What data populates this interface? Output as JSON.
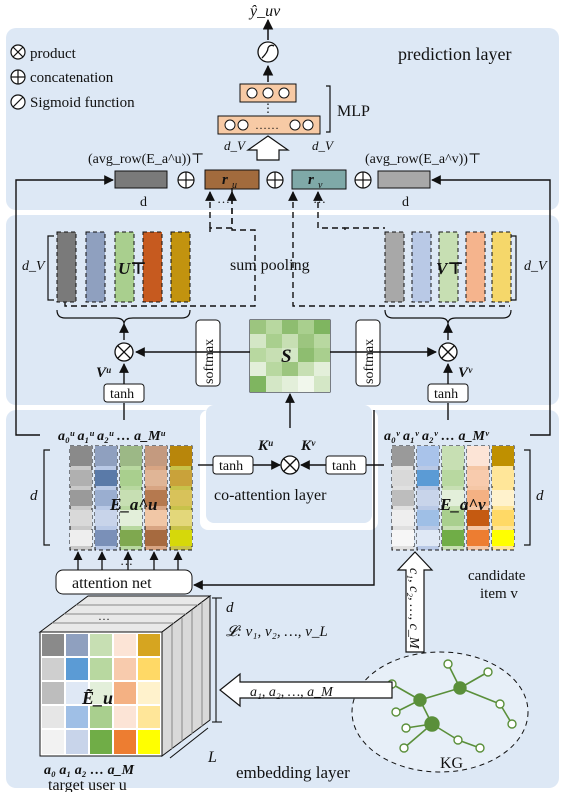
{
  "output_label": "ŷ_uv",
  "legend": {
    "product": "product",
    "concatenation": "concatenation",
    "sigmoid": "Sigmoid function"
  },
  "layers": {
    "prediction": "prediction layer",
    "sum_pooling": "sum pooling",
    "coattention": "co-attention layer",
    "embedding": "embedding layer"
  },
  "labels": {
    "mlp": "MLP",
    "softmax": "softmax",
    "tanh": "tanh",
    "attention_net": "attention net",
    "S": "S",
    "U_T": "U⊤",
    "V_T": "V⊤",
    "Vu": "Vᵘ",
    "Vv": "Vᵛ",
    "Ku": "Kᵘ",
    "Kv": "Kᵛ",
    "r_u": "r_u",
    "r_v": "r_v",
    "avg_u": "(avg_row(E_a^u))⊤",
    "avg_v": "(avg_row(E_a^v))⊤",
    "d": "d",
    "d_V": "d_V",
    "L": "L",
    "E_u_tilde": "Ẽ_u",
    "E_a_u": "E_a^u",
    "E_a_v": "E_a^v",
    "top_u": "a₀ᵘ a₁ᵘ a₂ᵘ … a_Mᵘ",
    "top_v": "a₀ᵛ a₁ᵛ a₂ᵛ … a_Mᵛ",
    "cube_bottom": "a₀ a₁ a₂ … a_M",
    "seq_L": "𝓛: v₁, v₂, …, v_L",
    "seq_a": "a₁, a₂, …, a_M",
    "seq_c": "c₁, c₂, …, c_M",
    "kg": "KG",
    "candidate": "candidate",
    "item_v": "item v",
    "target_user": "target user u",
    "dots": "…"
  },
  "colors": {
    "panel": "#dde8f5",
    "accent_tan": "#a26b3d",
    "accent_teal": "#7fa9a8",
    "gray_bar": "#7a7a7a",
    "kg_green": "#5a8f3a"
  }
}
